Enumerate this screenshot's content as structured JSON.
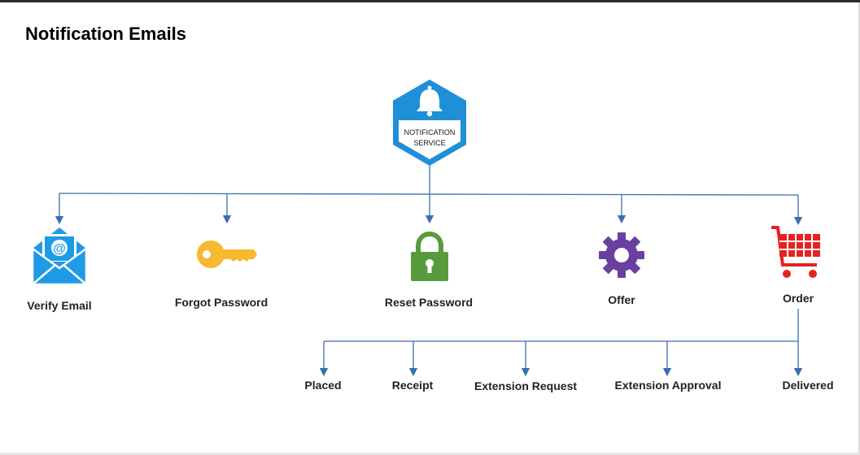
{
  "page": {
    "title": "Notification Emails"
  },
  "hub": {
    "line1": "NOTIFICATION",
    "line2": "SERVICE",
    "icon": "bell-icon",
    "color": "#1f8fd8"
  },
  "notifications": [
    {
      "label": "Verify Email",
      "icon": "envelope-icon",
      "color": "#1e9be5"
    },
    {
      "label": "Forgot Password",
      "icon": "key-icon",
      "color": "#f6b92f"
    },
    {
      "label": "Reset Password",
      "icon": "padlock-icon",
      "color": "#5a9a3e"
    },
    {
      "label": "Offer",
      "icon": "gear-icon",
      "color": "#6b3fa0"
    },
    {
      "label": "Order",
      "icon": "shopping-cart-icon",
      "color": "#e52222"
    }
  ],
  "order_statuses": [
    {
      "label": "Placed"
    },
    {
      "label": "Receipt"
    },
    {
      "label": "Extension Request"
    },
    {
      "label": "Extension Approval"
    },
    {
      "label": "Delivered"
    }
  ],
  "connector_color": "#3a6db0"
}
